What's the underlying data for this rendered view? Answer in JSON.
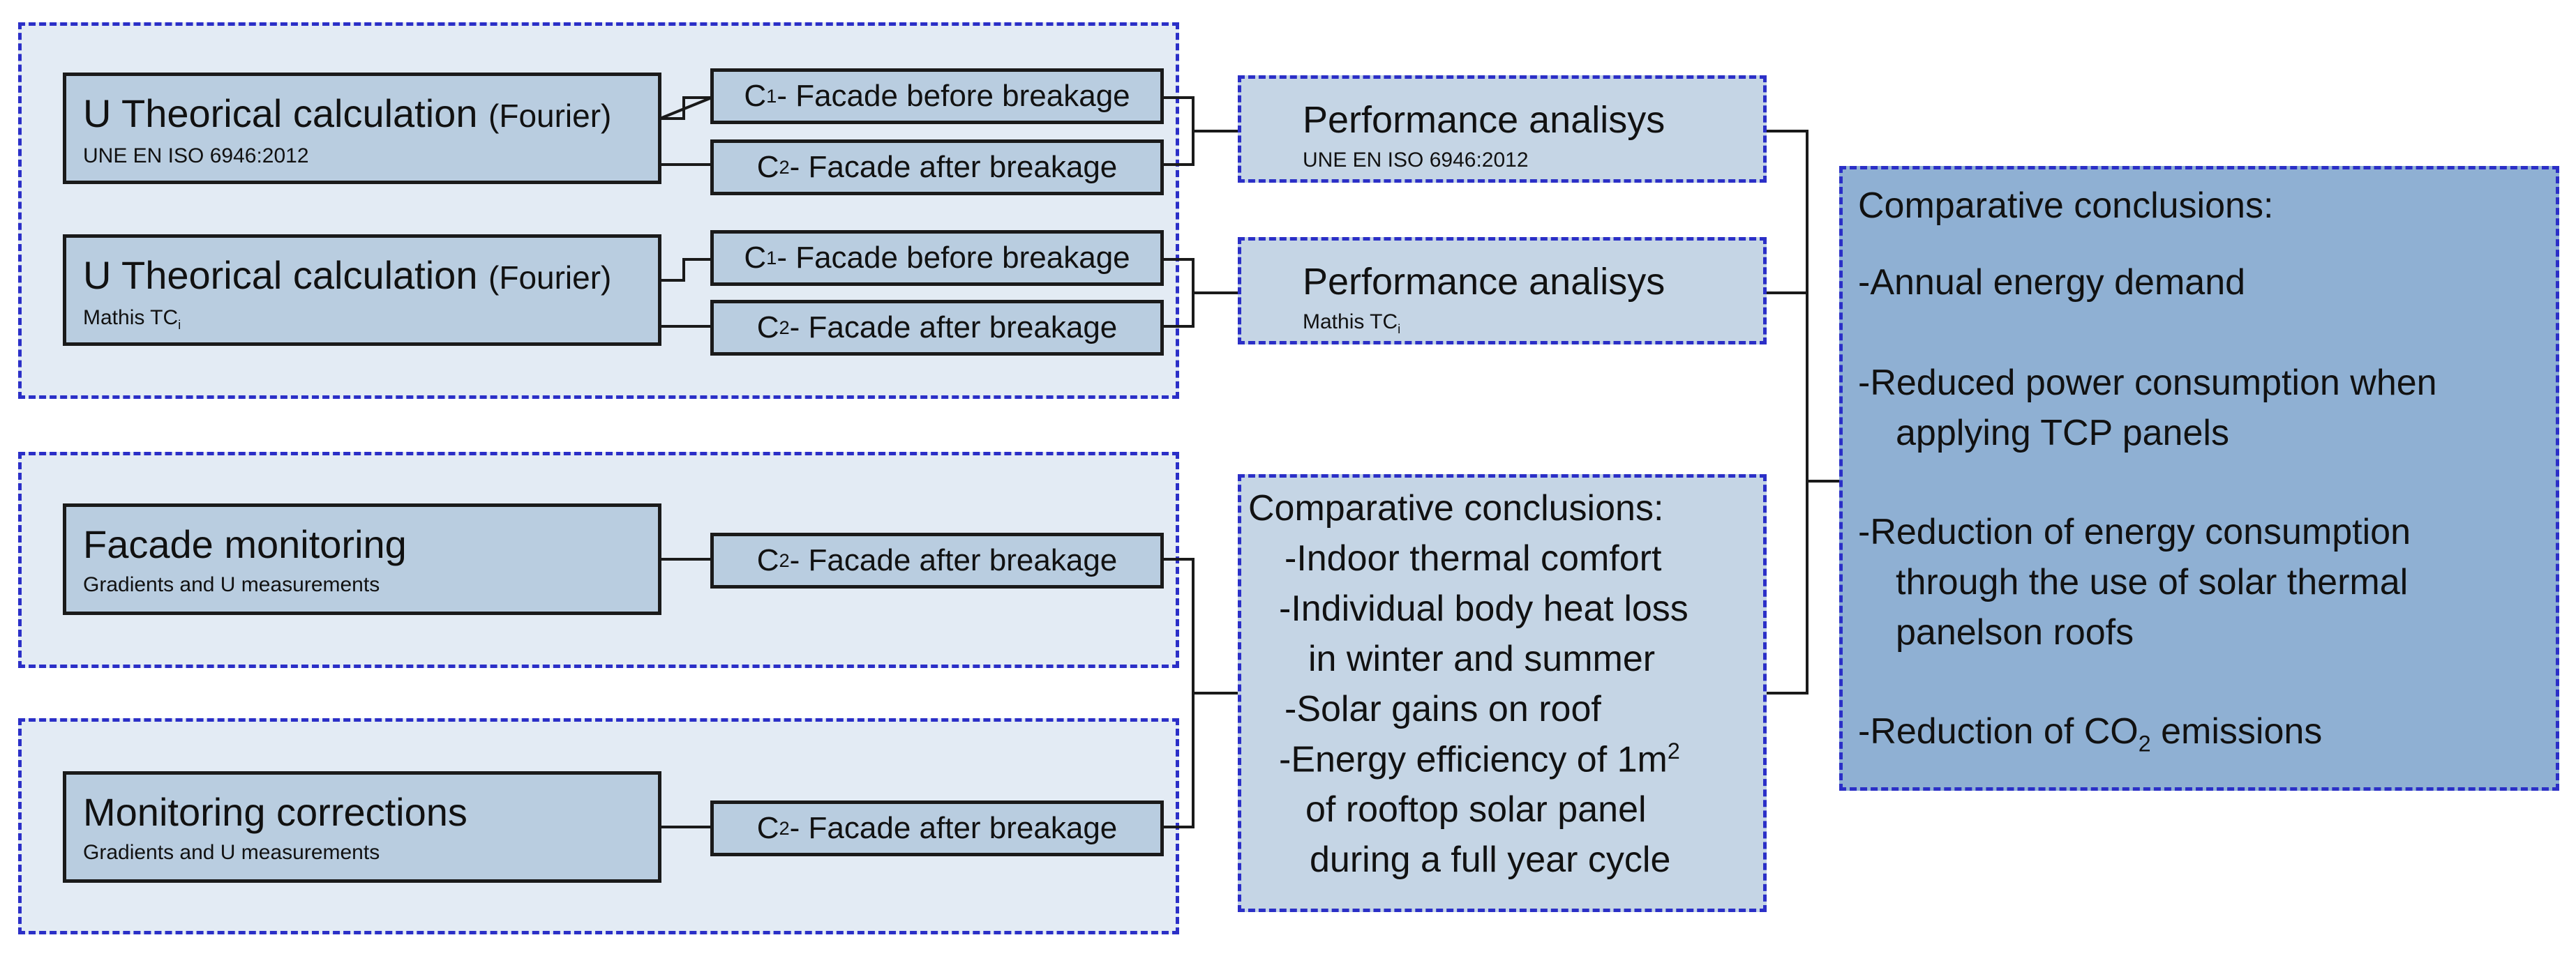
{
  "theoretical_1": {
    "title": "U Theorical calculation",
    "title_paren": "(Fourier)",
    "subtitle": "UNE EN ISO 6946:2012"
  },
  "theoretical_2": {
    "title": "U Theorical calculation",
    "title_paren": "(Fourier)",
    "subtitle_main": "Mathis TC",
    "subtitle_sub": "i"
  },
  "facade_monitoring": {
    "title": "Facade monitoring",
    "subtitle": "Gradients and U measurements"
  },
  "monitoring_corrections": {
    "title": "Monitoring corrections",
    "subtitle": "Gradients and U measurements"
  },
  "cases": {
    "c1_letter": "C",
    "c1_sub": "1",
    "c1_text": " - Facade before breakage",
    "c2_letter": "C",
    "c2_sub": "2",
    "c2_text": " - Facade after breakage"
  },
  "performance_1": {
    "title": "Performance analisys",
    "subtitle": "UNE EN ISO 6946:2012"
  },
  "performance_2": {
    "title": "Performance analisys",
    "subtitle_main": "Mathis TC",
    "subtitle_sub": "i"
  },
  "middle_conclusions": {
    "title": "Comparative conclusions:",
    "items": [
      "-Indoor thermal comfort",
      "-Individual body heat loss",
      "in winter and summer",
      "-Solar gains on roof",
      "-Energy efficiency of 1m",
      "2",
      "of rooftop solar panel",
      "during a full year cycle"
    ]
  },
  "right_conclusions": {
    "title": "Comparative conclusions:",
    "items": [
      "-Annual energy demand",
      "-Reduced power consumption when",
      "applying TCP panels",
      "-Reduction of energy consumption",
      "through the use of solar thermal",
      "panelson roofs",
      "-Reduction of CO",
      "2",
      " emissions"
    ]
  }
}
